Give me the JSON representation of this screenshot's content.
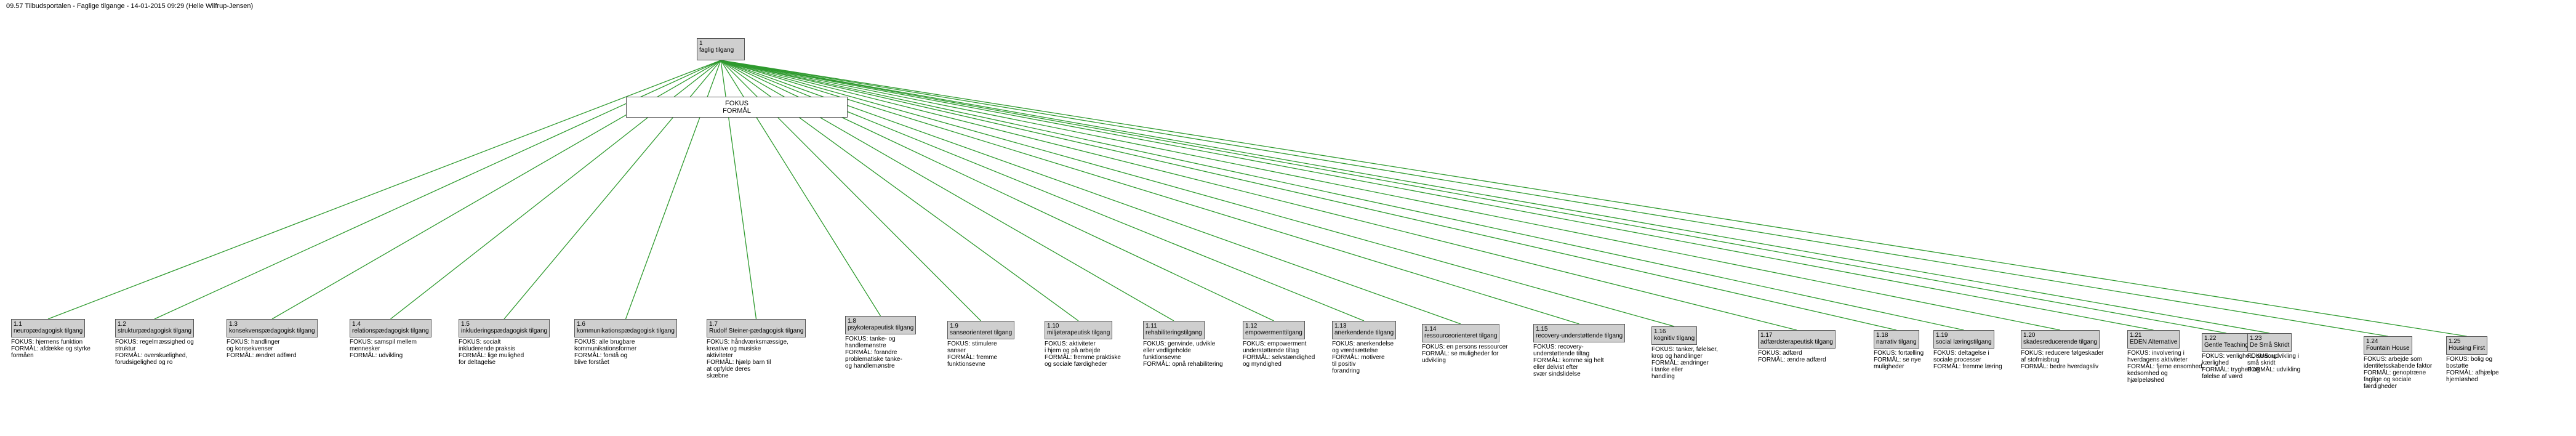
{
  "title": "09.57 Tilbudsportalen - Faglige tilgange - 14-01-2015 09:29 (Helle Wilfrup-Jensen)",
  "root": {
    "num": "1",
    "label": "faglig tilgang"
  },
  "focus_box": {
    "line1": "FOKUS",
    "line2": "FORMÅL"
  },
  "edge_color": "#2e9a2e",
  "children": [
    {
      "num": "1.1",
      "label": "neuropædagogisk tilgang",
      "desc": [
        "FOKUS: hjernens funktion",
        "FORMÅL: afdække og styrke",
        "formåen"
      ]
    },
    {
      "num": "1.2",
      "label": "strukturpædagogisk tilgang",
      "desc": [
        "FOKUS: regelmæssighed og",
        "struktur",
        "FORMÅL: overskuelighed,",
        "forudsigelighed og ro"
      ]
    },
    {
      "num": "1.3",
      "label": "konsekvenspædagogisk tilgang",
      "desc": [
        "FOKUS: handlinger",
        "og konsekvenser",
        "FORMÅL: ændret adfærd"
      ]
    },
    {
      "num": "1.4",
      "label": "relationspædagogisk tilgang",
      "desc": [
        "FOKUS: samspil mellem",
        "mennesker",
        "FORMÅL: udvikling"
      ]
    },
    {
      "num": "1.5",
      "label": "inkluderingspædagogisk tilgang",
      "desc": [
        "FOKUS: socialt",
        "inkluderende praksis",
        "FORMÅL: lige mulighed",
        "for deltagelse"
      ]
    },
    {
      "num": "1.6",
      "label": "kommunikationspædagogisk tilgang",
      "desc": [
        "FOKUS: alle brugbare",
        "kommunikationsformer",
        "FORMÅL: forstå og",
        "blive forstået"
      ]
    },
    {
      "num": "1.7",
      "label": "Rudolf Steiner-pædagogisk tilgang",
      "desc": [
        "FOKUS: håndværksmæssige,",
        "kreative og musiske",
        "aktiviteter",
        "FORMÅL: hjælp barn til",
        "at opfylde deres",
        "skæbne"
      ]
    },
    {
      "num": "1.8",
      "label": "psykoterapeutisk tilgang",
      "desc": [
        "FOKUS: tanke- og",
        "handlemønstre",
        "FORMÅL: forandre",
        "problematiske tanke-",
        "og handlemønstre"
      ]
    },
    {
      "num": "1.9",
      "label": "sanseorienteret tilgang",
      "desc": [
        "FOKUS: stimulere",
        "sanser",
        "FORMÅL: fremme",
        "funktionsevne"
      ]
    },
    {
      "num": "1.10",
      "label": "miljøterapeutisk tilgang",
      "desc": [
        "FOKUS: aktiviteter",
        "i hjem og på arbejde",
        "FORMÅL: fremme praktiske",
        "og sociale færdigheder"
      ]
    },
    {
      "num": "1.11",
      "label": "rehabiliteringstilgang",
      "desc": [
        "FOKUS: genvinde, udvikle",
        "eller vedligeholde",
        "funktionsevne",
        "FORMÅL: opnå rehabilitering"
      ]
    },
    {
      "num": "1.12",
      "label": "empowermenttilgang",
      "desc": [
        "FOKUS: empowerment",
        "understøttende tiltag",
        "FORMÅL: selvstændighed",
        "og myndighed"
      ]
    },
    {
      "num": "1.13",
      "label": "anerkendende tilgang",
      "desc": [
        "FOKUS: anerkendelse",
        "og værdsættelse",
        "FORMÅL: motivere",
        "til positiv",
        "forandring"
      ]
    },
    {
      "num": "1.14",
      "label": "ressourceorienteret tilgang",
      "desc": [
        "FOKUS: en persons ressourcer",
        "FORMÅL: se muligheder for",
        "udvikling"
      ]
    },
    {
      "num": "1.15",
      "label": "recovery-understøttende tilgang",
      "desc": [
        "FOKUS: recovery-",
        "understøttende tiltag",
        "FORMÅL: komme sig helt",
        "eller delvist efter",
        "svær sindslidelse"
      ]
    },
    {
      "num": "1.16",
      "label": "kognitiv tilgang",
      "desc": [
        "FOKUS: tanker, følelser,",
        "krop og handlinger",
        "FORMÅL: ændringer",
        "i tanke eller",
        "handling"
      ]
    },
    {
      "num": "1.17",
      "label": "adfærdsterapeutisk tilgang",
      "desc": [
        "FOKUS: adfærd",
        "FORMÅL: ændre adfærd"
      ]
    },
    {
      "num": "1.18",
      "label": "narrativ tilgang",
      "desc": [
        "FOKUS: fortælling",
        "FORMÅL: se nye",
        "muligheder"
      ]
    },
    {
      "num": "1.19",
      "label": "social læringstilgang",
      "desc": [
        "FOKUS: deltagelse i",
        "sociale processer",
        "FORMÅL: fremme læring"
      ]
    },
    {
      "num": "1.20",
      "label": "skadesreducerende tilgang",
      "desc": [
        "FOKUS: reducere følgeskader",
        "af stofmisbrug",
        "FORMÅL: bedre hverdagsliv"
      ]
    },
    {
      "num": "1.21",
      "label": "EDEN Alternative",
      "desc": [
        "FOKUS: involvering i",
        "hverdagens aktiviteter",
        "FORMÅL: fjerne ensomhed,",
        "kedsomhed og",
        "hjælpeløshed"
      ]
    },
    {
      "num": "1.22",
      "label": "Gentle Teaching",
      "desc": [
        "FOKUS: venlighed, omsorg",
        "kærlighed",
        "FORMÅL: tryghed og",
        "følelse af værd"
      ]
    },
    {
      "num": "1.23",
      "label": "De Små Skridt",
      "desc": [
        "FOKUS: udvikling i",
        "små skridt",
        "FORMÅL: udvikling"
      ]
    },
    {
      "num": "1.24",
      "label": "Fountain House",
      "desc": [
        "FOKUS: arbejde som",
        "identitetsskabende faktor",
        "FORMÅL: genoptræne",
        "faglige og sociale",
        "færdigheder"
      ]
    },
    {
      "num": "1.25",
      "label": "Housing First",
      "desc": [
        "FOKUS: bolig og",
        "bostøtte",
        "FORMÅL: afhjælpe",
        "hjemløshed"
      ]
    }
  ]
}
